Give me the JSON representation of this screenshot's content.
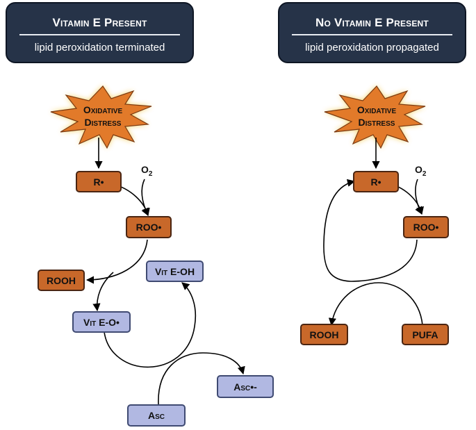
{
  "left_panel": {
    "title": "Vitamin E Present",
    "subtitle": "lipid peroxidation terminated",
    "burst_line1": "Oxidative",
    "burst_line2": "Distress",
    "o2": "O",
    "o2_sub": "2",
    "nodes": {
      "r_radical": "R•",
      "roo_radical": "ROO•",
      "rooh": "ROOH",
      "vit_e_oh": "Vit E-OH",
      "vit_e_o": "Vit E-O•",
      "asc_radical": "Asc•-",
      "asc": "Asc"
    }
  },
  "right_panel": {
    "title": "No Vitamin E Present",
    "subtitle": "lipid peroxidation propagated",
    "burst_line1": "Oxidative",
    "burst_line2": "Distress",
    "o2": "O",
    "o2_sub": "2",
    "nodes": {
      "r_radical": "R•",
      "roo_radical": "ROO•",
      "rooh": "ROOH",
      "pufa": "PUFA"
    }
  },
  "colors": {
    "header_bg": "#263348",
    "lipid_box": "#c8682a",
    "vitamin_box": "#b1b8e2",
    "burst_fill": "#e27a2a",
    "burst_glow": "#f4c84a"
  }
}
